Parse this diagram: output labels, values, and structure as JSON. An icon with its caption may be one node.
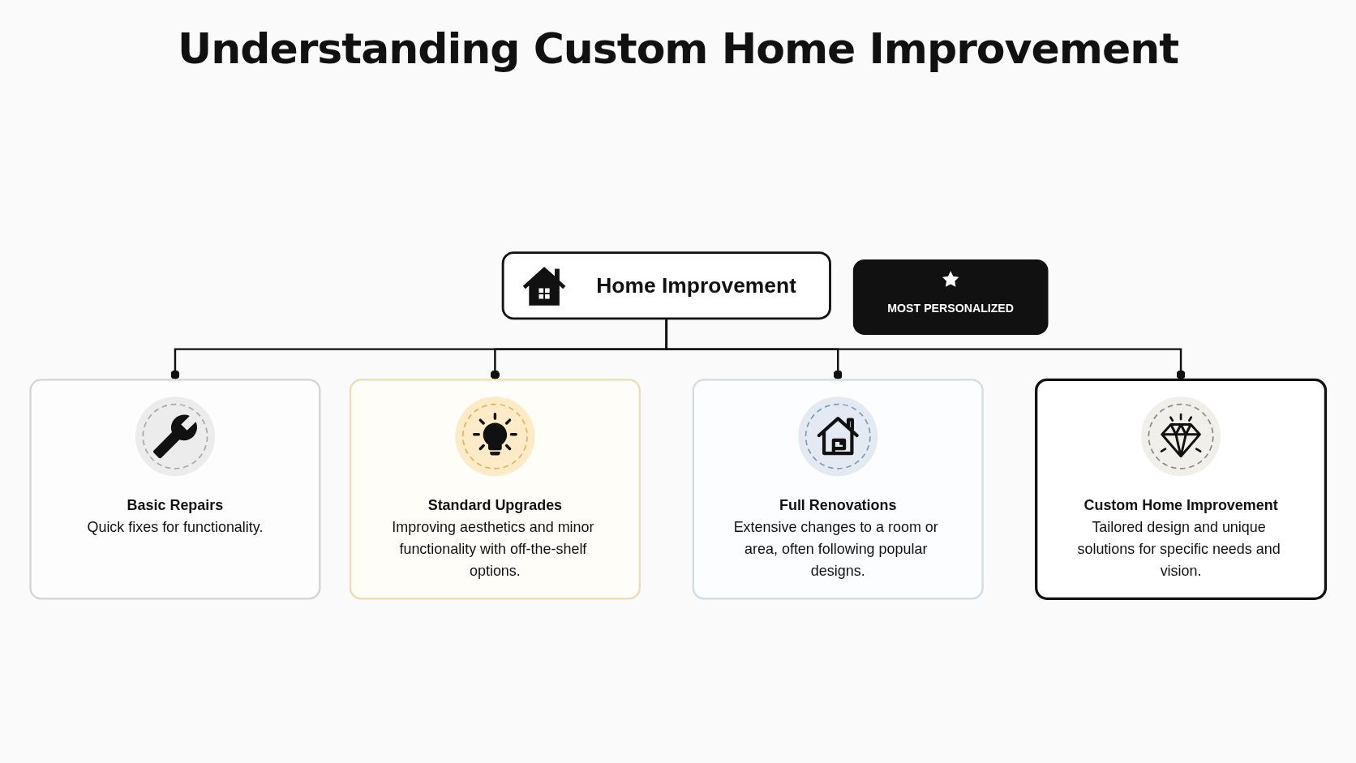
{
  "diagram": {
    "title": "Understanding Custom Home Improvement",
    "nodes": [
      {
        "text": [
          "Home Improvement"
        ]
      },
      {
        "text": [
          "Basic Repairs",
          "Quick fixes for functionality."
        ]
      },
      {
        "text": [
          "Standard Upgrades",
          "Improving aesthetics and minor functionality with off-the-shelf options."
        ]
      },
      {
        "text": [
          "Full Renovations",
          "Extensive changes to a room or area, often following popular designs."
        ]
      },
      {
        "text": [
          "Custom Home Improvement",
          "Tailored design and unique solutions for specific needs and vision."
        ]
      },
      {
        "text": [
          "MOST PERSONALIZED"
        ]
      }
    ],
    "edges": [
      {
        "from": 0,
        "to": 1,
        "arrow": "other"
      },
      {
        "from": 0,
        "to": 2,
        "arrow": "other"
      },
      {
        "from": 0,
        "to": 3,
        "arrow": "other"
      },
      {
        "from": 0,
        "to": 4,
        "arrow": "other"
      }
    ]
  }
}
